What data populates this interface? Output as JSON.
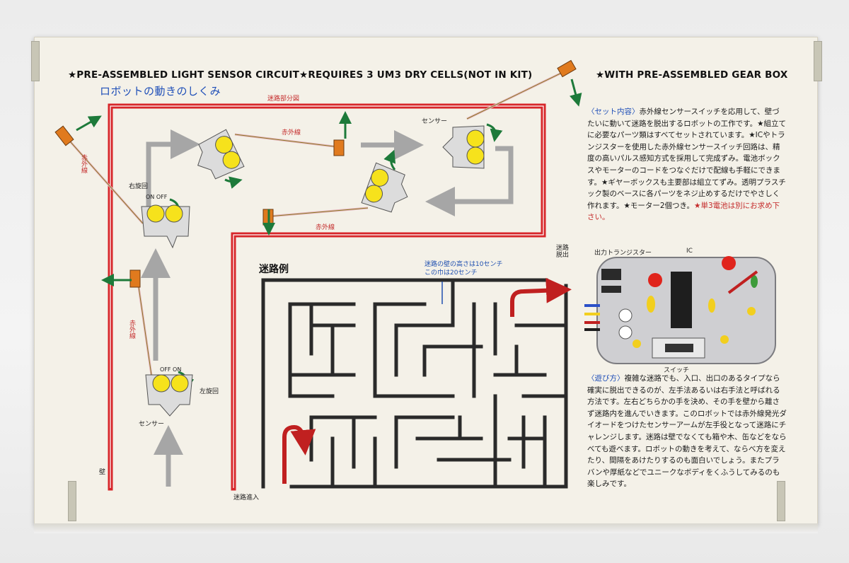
{
  "header": {
    "left": "★PRE-ASSEMBLED LIGHT SENSOR CIRCUIT★REQUIRES 3 UM3 DRY CELLS(NOT IN KIT)",
    "right": "★WITH PRE-ASSEMBLED GEAR BOX"
  },
  "diagram": {
    "title": "ロボットの動きのしくみ",
    "wall_section": "迷路部分図",
    "infrared": "赤外線",
    "right_turn": "右旋回",
    "left_turn": "左旋回",
    "sensor": "センサー",
    "wall": "壁",
    "switch_on_off": "ON OFF",
    "switch_off_on": "OFF ON"
  },
  "maze": {
    "title": "迷路例",
    "wall_note_1": "迷路の壁の高さは10センチ",
    "wall_note_2": "この巾は20センチ",
    "exit": "迷路脱出",
    "entry": "迷路進入"
  },
  "circuit": {
    "transistor": "出力トランジスター",
    "ic": "IC",
    "switch": "スイッチ"
  },
  "kit_contents": {
    "tag": "〈セット内容〉",
    "text": "赤外線センサースイッチを応用して、壁づたいに動いて迷路を脱出するロボットの工作です。★組立てに必要なパーツ類はすべてセットされています。★ICやトランジスターを使用した赤外線センサースイッチ回路は、精度の高いパルス感知方式を採用して完成ずみ。電池ボックスやモーターのコードをつなぐだけで配線も手軽にできます。★ギヤーボックスも主要部は組立てずみ。透明プラスチック製のベースに各パーツをネジ止めするだけでやさしく作れます。★モーター2個つき。",
    "battery_note": "★単3電池は別にお求め下さい。"
  },
  "how_to_play": {
    "tag": "〈遊び方〉",
    "text": "複雑な迷路でも、入口、出口のあるタイプなら確実に脱出できるのが、左手法あるいは右手法と呼ばれる方法です。左右どちらかの手を決め、その手を壁から離さず迷路内を進んでいきます。このロボットでは赤外線発光ダイオードをつけたセンサーアームが左手役となって迷路にチャレンジします。迷路は壁でなくても箱や木、缶などをならべても遊べます。ロボットの動きを考えて、ならべ方を変えたり、間隔をあけたりするのも面白いでしょう。またプラバンや厚紙などでユニークなボディをくふうしてみるのも楽しみです。"
  },
  "colors": {
    "wall_red": "#d7262a",
    "arrow_gray": "#a6a6a6",
    "arrow_green": "#1d7a3a",
    "title_blue": "#1f4fb8",
    "sensor_orange": "#e07a1e",
    "wheel_yellow": "#f6e21c",
    "box_bg": "#f4f1e8"
  }
}
